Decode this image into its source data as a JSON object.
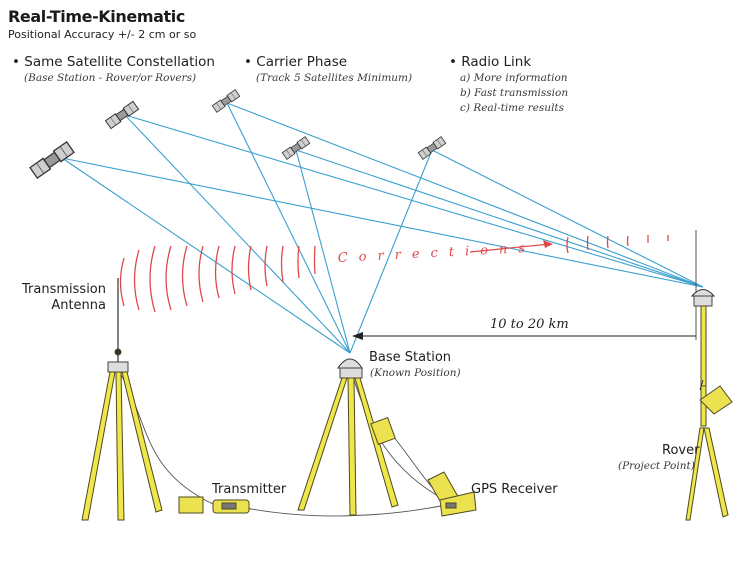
{
  "header": {
    "title": "Real-Time-Kinematic",
    "subtitle": "Positional Accuracy +/- 2 cm or so"
  },
  "features": [
    {
      "label": "Same Satellite Constellation",
      "sub": [
        "(Base Station - Rover/or Rovers)"
      ]
    },
    {
      "label": "Carrier Phase",
      "sub": [
        "(Track 5 Satellites Minimum)"
      ]
    },
    {
      "label": "Radio Link",
      "sub": [
        "a)  More information",
        "b)  Fast transmission",
        "c)  Real-time results"
      ]
    }
  ],
  "labels": {
    "transmission_antenna": [
      "Transmission",
      "Antenna"
    ],
    "base_station": "Base Station",
    "base_station_sub": "(Known Position)",
    "rover": "Rover",
    "rover_sub": "(Project Point)",
    "transmitter": "Transmitter",
    "gps_receiver": "GPS Receiver",
    "distance": "10 to 20 km",
    "corrections": "Corrections"
  },
  "colors": {
    "signal_line": "#3aa0cf",
    "radio_wave": "#e04848",
    "tripod": "#f0e64a",
    "tripod_outline": "#4a4a22",
    "equipment": "#ece14f"
  }
}
